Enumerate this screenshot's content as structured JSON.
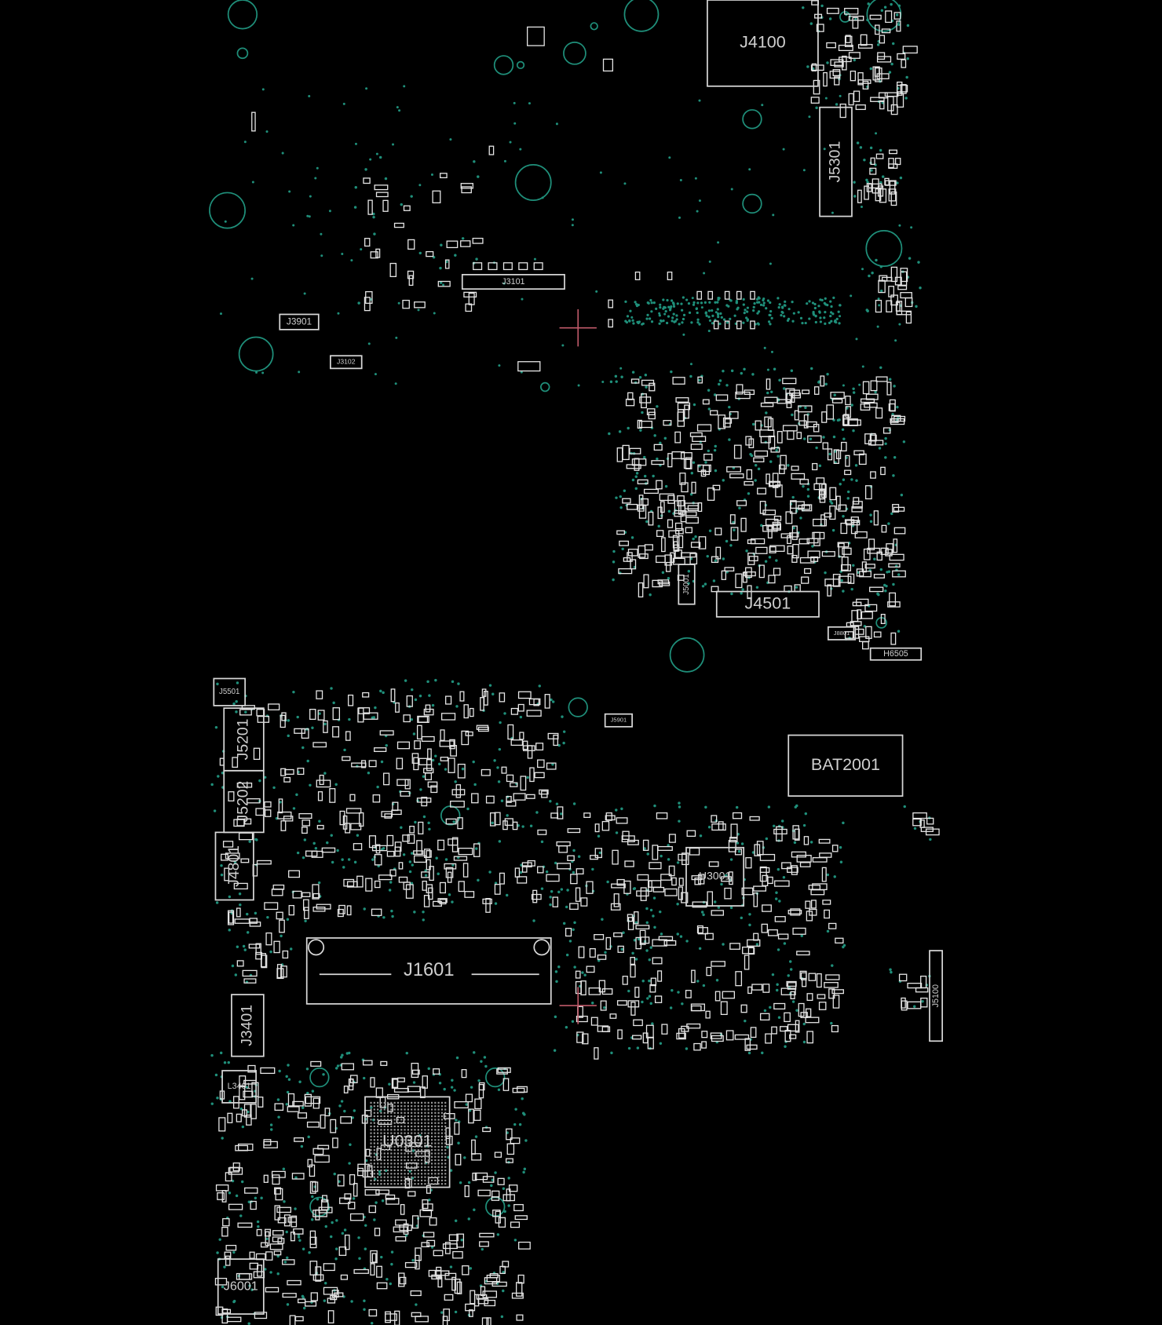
{
  "viewer": {
    "components": [
      {
        "ref": "J4100"
      },
      {
        "ref": "J5301"
      },
      {
        "ref": "J3101"
      },
      {
        "ref": "J3901"
      },
      {
        "ref": "J3102"
      },
      {
        "ref": "J4501"
      },
      {
        "ref": "J5001"
      },
      {
        "ref": "J8801"
      },
      {
        "ref": "H6505"
      },
      {
        "ref": "J5501"
      },
      {
        "ref": "J5201"
      },
      {
        "ref": "J5202"
      },
      {
        "ref": "J4801"
      },
      {
        "ref": "J5901"
      },
      {
        "ref": "BAT2001"
      },
      {
        "ref": "U3001"
      },
      {
        "ref": "J1601"
      },
      {
        "ref": "J3401"
      },
      {
        "ref": "L3401"
      },
      {
        "ref": "U0301"
      },
      {
        "ref": "J6001"
      },
      {
        "ref": "J5100"
      }
    ],
    "colors": {
      "outline": "#d8d8d8",
      "via": "#1f8f7a",
      "crosshair": "#c05a6a",
      "background": "#000000"
    }
  }
}
